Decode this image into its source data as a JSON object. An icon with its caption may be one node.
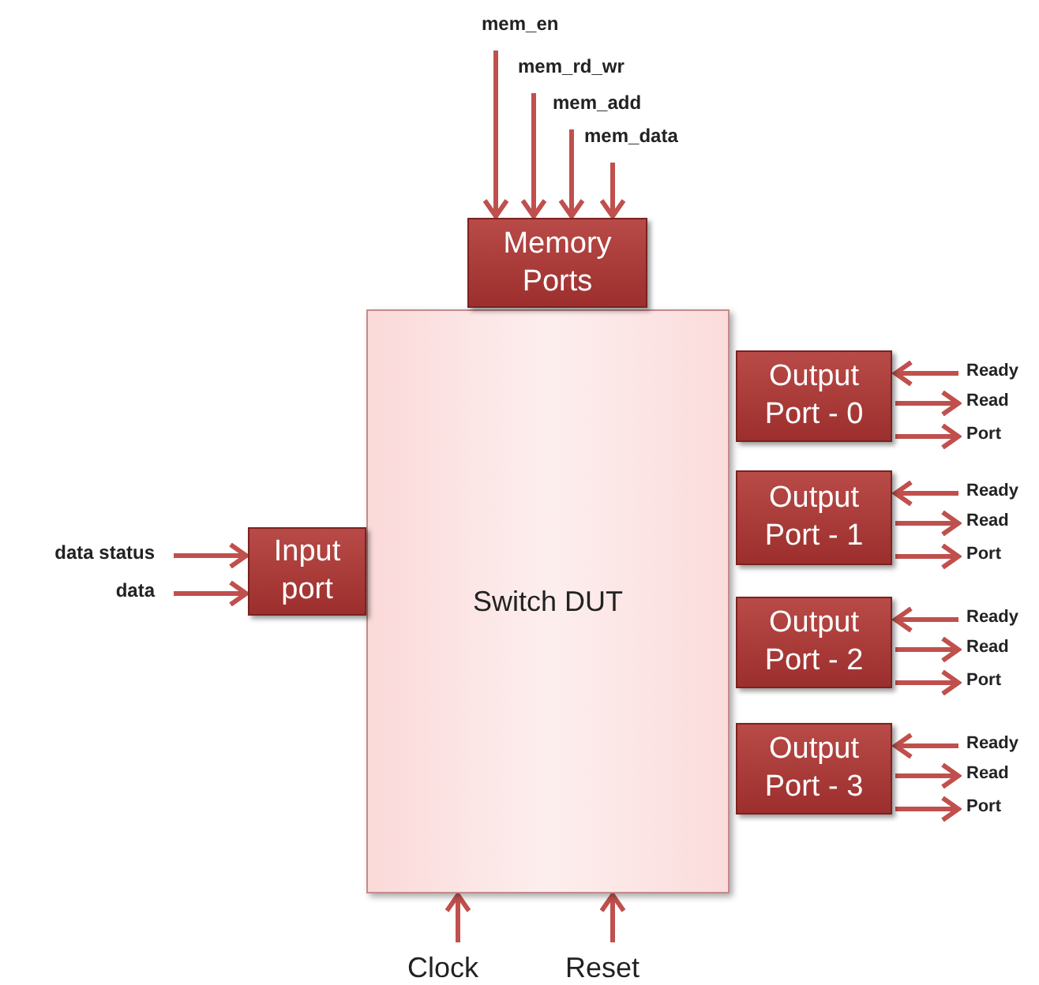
{
  "diagram": {
    "nodes": [
      {
        "text": [
          "Switch DUT"
        ]
      },
      {
        "text": [
          "Memory Ports"
        ]
      },
      {
        "text": [
          "Input port"
        ]
      },
      {
        "text": [
          "Output Port - 0"
        ]
      },
      {
        "text": [
          "Output Port - 1"
        ]
      },
      {
        "text": [
          "Output Port - 2"
        ]
      },
      {
        "text": [
          "Output Port - 3"
        ]
      },
      {
        "text": [
          "mem_en"
        ]
      },
      {
        "text": [
          "mem_rd_wr"
        ]
      },
      {
        "text": [
          "mem_add"
        ]
      },
      {
        "text": [
          "mem_data"
        ]
      },
      {
        "text": [
          "data status"
        ]
      },
      {
        "text": [
          "data"
        ]
      },
      {
        "text": [
          "Ready"
        ]
      },
      {
        "text": [
          "Read"
        ]
      },
      {
        "text": [
          "Port"
        ]
      },
      {
        "text": [
          "Ready"
        ]
      },
      {
        "text": [
          "Read"
        ]
      },
      {
        "text": [
          "Port"
        ]
      },
      {
        "text": [
          "Ready"
        ]
      },
      {
        "text": [
          "Read"
        ]
      },
      {
        "text": [
          "Port"
        ]
      },
      {
        "text": [
          "Ready"
        ]
      },
      {
        "text": [
          "Read"
        ]
      },
      {
        "text": [
          "Port"
        ]
      },
      {
        "text": [
          "Clock"
        ]
      },
      {
        "text": [
          "Reset"
        ]
      }
    ],
    "edges": [
      {
        "from": 7,
        "to": 1,
        "arrow": "to"
      },
      {
        "from": 8,
        "to": 1,
        "arrow": "to"
      },
      {
        "from": 9,
        "to": 1,
        "arrow": "to"
      },
      {
        "from": 10,
        "to": 1,
        "arrow": "to"
      },
      {
        "from": 11,
        "to": 2,
        "arrow": "to"
      },
      {
        "from": 12,
        "to": 2,
        "arrow": "to"
      },
      {
        "from": 13,
        "to": 3,
        "arrow": "to"
      },
      {
        "from": 3,
        "to": 14,
        "arrow": "to"
      },
      {
        "from": 3,
        "to": 15,
        "arrow": "to"
      },
      {
        "from": 16,
        "to": 4,
        "arrow": "to"
      },
      {
        "from": 4,
        "to": 17,
        "arrow": "to"
      },
      {
        "from": 4,
        "to": 18,
        "arrow": "to"
      },
      {
        "from": 19,
        "to": 5,
        "arrow": "to"
      },
      {
        "from": 5,
        "to": 20,
        "arrow": "to"
      },
      {
        "from": 5,
        "to": 21,
        "arrow": "to"
      },
      {
        "from": 22,
        "to": 6,
        "arrow": "to"
      },
      {
        "from": 6,
        "to": 23,
        "arrow": "to"
      },
      {
        "from": 6,
        "to": 24,
        "arrow": "to"
      },
      {
        "from": 25,
        "to": 0,
        "arrow": "to"
      },
      {
        "from": 26,
        "to": 0,
        "arrow": "to"
      }
    ]
  }
}
